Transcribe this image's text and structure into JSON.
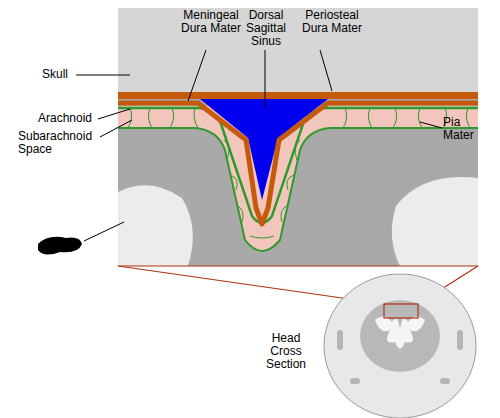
{
  "diagram": {
    "labels": [
      "Meningeal Dura Mater",
      "Dorsal Sagittal Sinus",
      "Periosteal Dura Mater",
      "Skull",
      "Arachnoid",
      "Pia Mater",
      "Subarachnoid Space",
      "Head Cross Section"
    ]
  }
}
